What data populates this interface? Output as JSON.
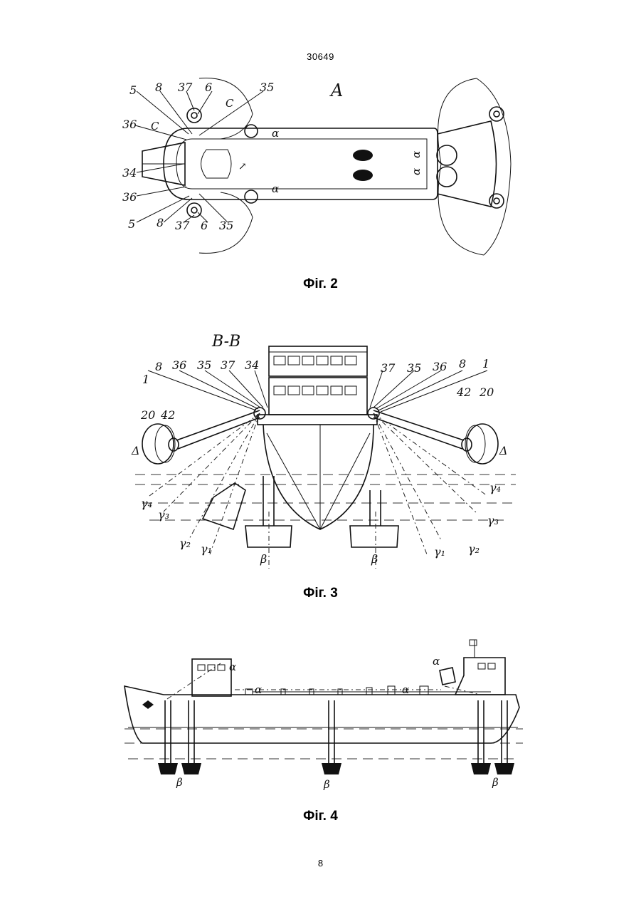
{
  "header": {
    "doc_number": "30649"
  },
  "page_number": "8",
  "figures": [
    {
      "id": "fig2",
      "caption": "Фіг. 2",
      "view_label": "A",
      "labels": {
        "n5": "5",
        "n8": "8",
        "n37": "37",
        "n6": "6",
        "n35": "35",
        "c": "C",
        "n36": "36",
        "n34": "34",
        "alpha": "α"
      }
    },
    {
      "id": "fig3",
      "caption": "Фіг. 3",
      "view_label": "B-B",
      "labels": {
        "n8": "8",
        "n36": "36",
        "n35": "35",
        "n37": "37",
        "n34": "34",
        "n1": "1",
        "n20": "20",
        "n42": "42",
        "delta": "Δ",
        "beta": "β",
        "g1": "γ₁",
        "g2": "γ₂",
        "g3": "γ₃",
        "g4": "γ₄"
      }
    },
    {
      "id": "fig4",
      "caption": "Фіг. 4",
      "labels": {
        "alpha": "α",
        "beta": "β"
      }
    }
  ]
}
